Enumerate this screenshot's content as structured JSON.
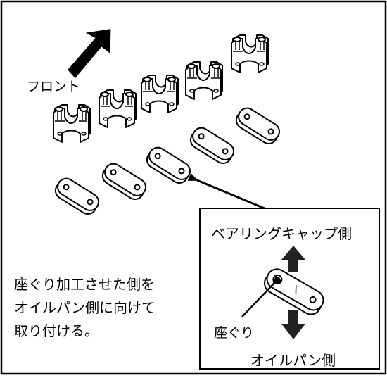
{
  "labels": {
    "front": "フロント",
    "instruction": [
      "座ぐり加工させた側を",
      "オイルパン側に向けて",
      "取り付ける。"
    ],
    "inset_top": "ベアリングキャップ側",
    "inset_counterbore": "座ぐり",
    "inset_bottom": "オイルパン側"
  },
  "colors": {
    "line": "#000000",
    "background": "#ffffff"
  }
}
